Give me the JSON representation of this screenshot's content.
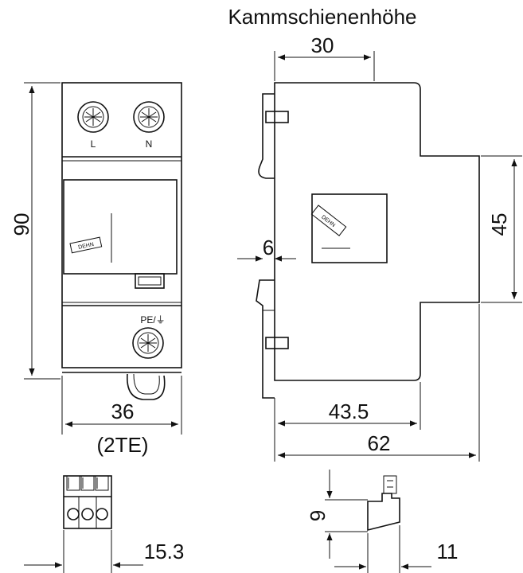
{
  "title": "Kammschienenhöhe",
  "front_view": {
    "height_dim": "90",
    "width_dim": "36",
    "width_note": "(2TE)",
    "terminal_labels": [
      "L",
      "N"
    ],
    "pe_label": "PE/⏚",
    "label_text": "DEHN"
  },
  "side_view": {
    "top_dim": "30",
    "height_dim": "45",
    "offset_dim": "6",
    "depth_dim_1": "43.5",
    "depth_dim_2": "62",
    "label_text": "DEHN"
  },
  "connector_front": {
    "width_dim": "15.3"
  },
  "connector_side": {
    "height_dim": "9",
    "width_dim": "11"
  }
}
